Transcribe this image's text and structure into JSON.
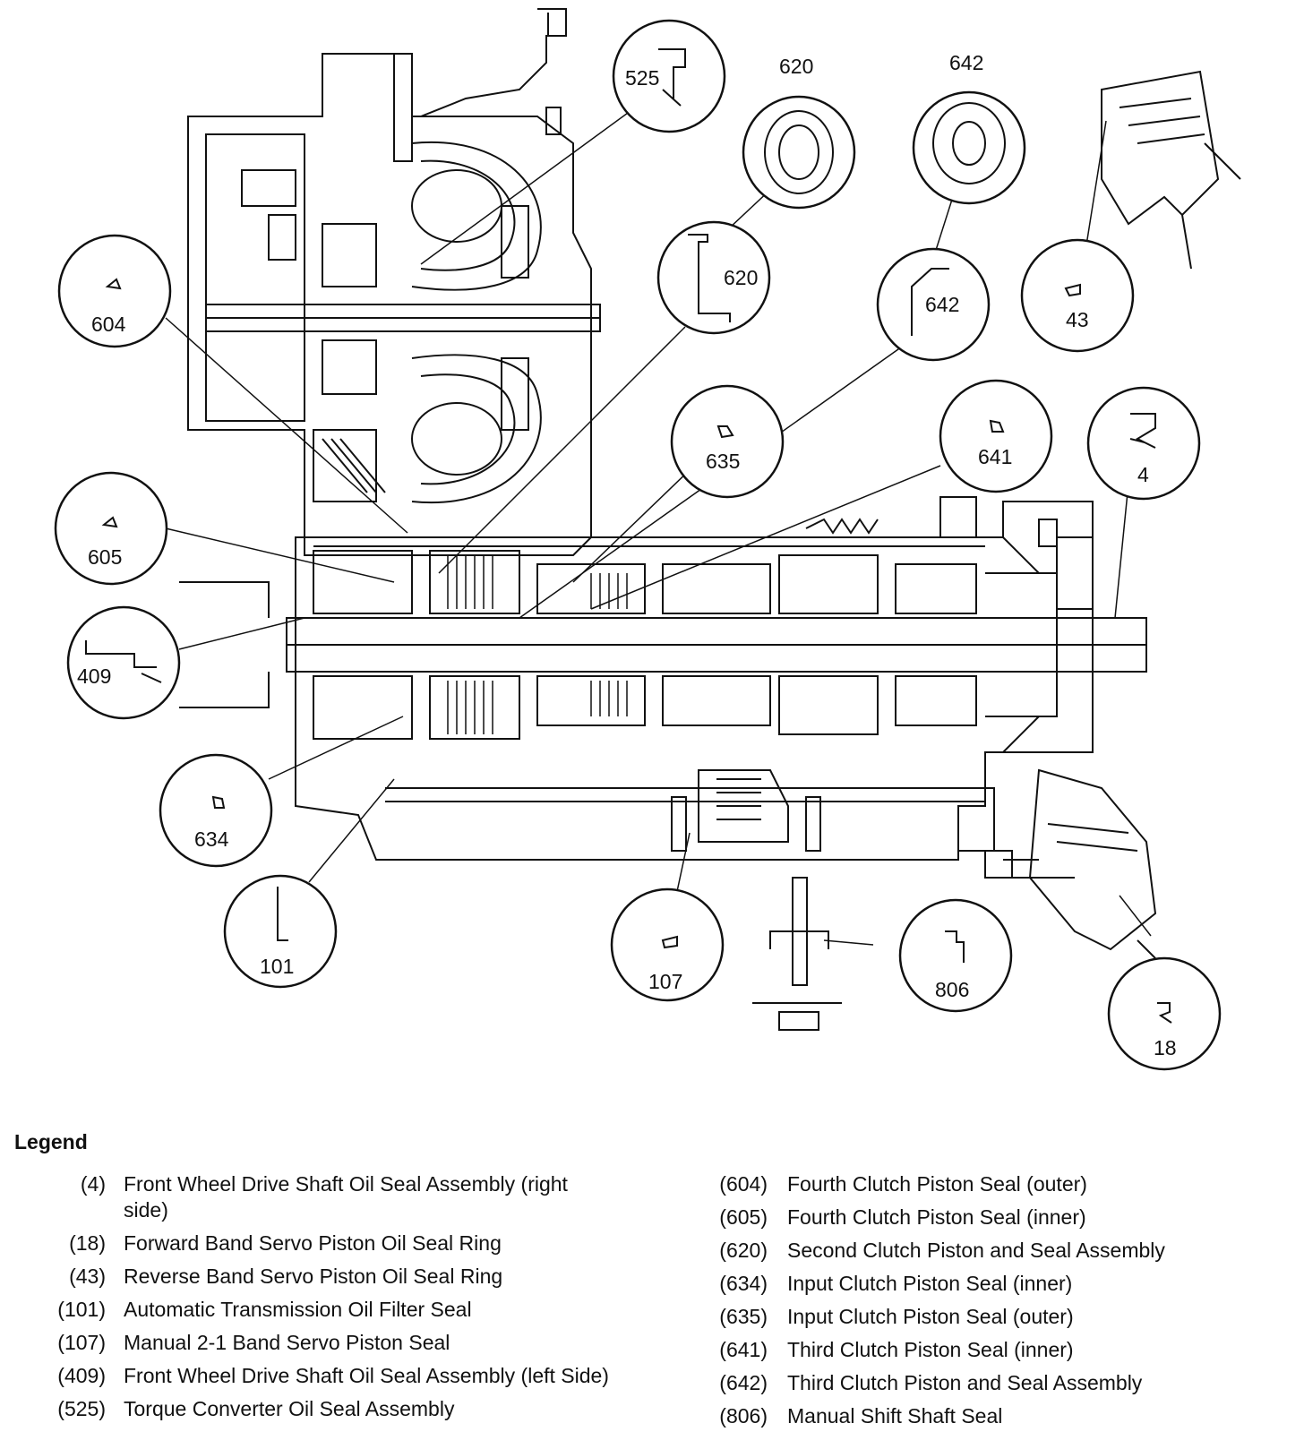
{
  "callouts": [
    {
      "id": "c525",
      "label": "525"
    },
    {
      "id": "c620top",
      "label": "620"
    },
    {
      "id": "c642top",
      "label": "642"
    },
    {
      "id": "c604",
      "label": "604"
    },
    {
      "id": "c620",
      "label": "620"
    },
    {
      "id": "c642",
      "label": "642"
    },
    {
      "id": "c43",
      "label": "43"
    },
    {
      "id": "c635",
      "label": "635"
    },
    {
      "id": "c641",
      "label": "641"
    },
    {
      "id": "c4",
      "label": "4"
    },
    {
      "id": "c605",
      "label": "605"
    },
    {
      "id": "c409",
      "label": "409"
    },
    {
      "id": "c634",
      "label": "634"
    },
    {
      "id": "c101",
      "label": "101"
    },
    {
      "id": "c107",
      "label": "107"
    },
    {
      "id": "c806",
      "label": "806"
    },
    {
      "id": "c18",
      "label": "18"
    }
  ],
  "legend": {
    "title": "Legend",
    "left": [
      {
        "num": "(4)",
        "desc": "Front Wheel Drive Shaft Oil Seal Assembly (right side)"
      },
      {
        "num": "(18)",
        "desc": "Forward Band Servo Piston Oil Seal Ring"
      },
      {
        "num": "(43)",
        "desc": "Reverse Band Servo Piston Oil Seal Ring"
      },
      {
        "num": "(101)",
        "desc": "Automatic Transmission Oil Filter Seal"
      },
      {
        "num": "(107)",
        "desc": "Manual 2-1 Band Servo Piston Seal"
      },
      {
        "num": "(409)",
        "desc": "Front Wheel Drive Shaft Oil Seal Assembly (left Side)"
      },
      {
        "num": "(525)",
        "desc": "Torque Converter Oil Seal Assembly"
      }
    ],
    "right": [
      {
        "num": "(604)",
        "desc": "Fourth Clutch Piston Seal (outer)"
      },
      {
        "num": "(605)",
        "desc": "Fourth Clutch Piston Seal (inner)"
      },
      {
        "num": "(620)",
        "desc": "Second Clutch Piston and Seal Assembly"
      },
      {
        "num": "(634)",
        "desc": "Input Clutch Piston Seal (inner)"
      },
      {
        "num": "(635)",
        "desc": "Input Clutch Piston Seal (outer)"
      },
      {
        "num": "(641)",
        "desc": "Third Clutch Piston Seal (inner)"
      },
      {
        "num": "(642)",
        "desc": "Third Clutch Piston and Seal Assembly"
      },
      {
        "num": "(806)",
        "desc": "Manual Shift Shaft Seal"
      }
    ]
  },
  "colors": {
    "ink": "#111111",
    "paper": "#ffffff"
  }
}
